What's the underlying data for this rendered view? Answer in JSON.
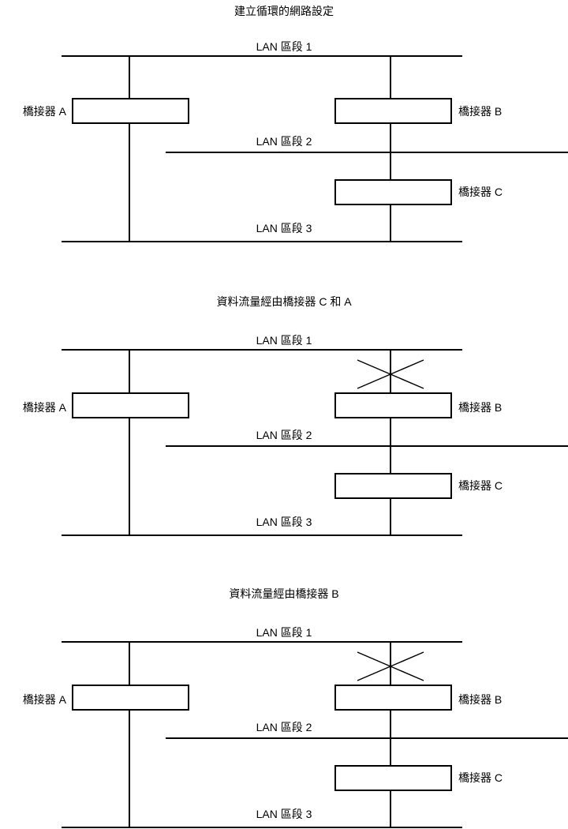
{
  "document": {
    "title_bar": "",
    "background_color": "#ffffff",
    "line_color": "#000000",
    "box_fill_color": "#ffffff"
  },
  "panels": [
    {
      "id": "panel-loop-config",
      "title": "建立循環的網路設定",
      "segments": [
        {
          "id": "lan1",
          "label": "LAN 區段 1"
        },
        {
          "id": "lan2",
          "label": "LAN 區段 2"
        },
        {
          "id": "lan3",
          "label": "LAN 區段 3"
        }
      ],
      "bridges": [
        {
          "id": "bridge-a",
          "label": "橋接器 A",
          "side": "left"
        },
        {
          "id": "bridge-b",
          "label": "橋接器 B",
          "side": "right"
        },
        {
          "id": "bridge-c",
          "label": "橋接器 C",
          "side": "right"
        }
      ],
      "blocked_link": null
    },
    {
      "id": "panel-traffic-via-c-and-a",
      "title": "資料流量經由橋接器 C 和 A",
      "segments": [
        {
          "id": "lan1",
          "label": "LAN 區段 1"
        },
        {
          "id": "lan2",
          "label": "LAN 區段 2"
        },
        {
          "id": "lan3",
          "label": "LAN 區段 3"
        }
      ],
      "bridges": [
        {
          "id": "bridge-a",
          "label": "橋接器 A",
          "side": "left"
        },
        {
          "id": "bridge-b",
          "label": "橋接器 B",
          "side": "right"
        },
        {
          "id": "bridge-c",
          "label": "橋接器 C",
          "side": "right"
        }
      ],
      "blocked_link": "bridge-b-to-lan1"
    },
    {
      "id": "panel-traffic-via-b",
      "title": "資料流量經由橋接器 B",
      "segments": [
        {
          "id": "lan1",
          "label": "LAN 區段 1"
        },
        {
          "id": "lan2",
          "label": "LAN 區段 2"
        },
        {
          "id": "lan3",
          "label": "LAN 區段 3"
        }
      ],
      "bridges": [
        {
          "id": "bridge-a",
          "label": "橋接器 A",
          "side": "left"
        },
        {
          "id": "bridge-b",
          "label": "橋接器 B",
          "side": "right"
        },
        {
          "id": "bridge-c",
          "label": "橋接器 C",
          "side": "right"
        }
      ],
      "blocked_link": "bridge-b-to-lan1"
    }
  ]
}
